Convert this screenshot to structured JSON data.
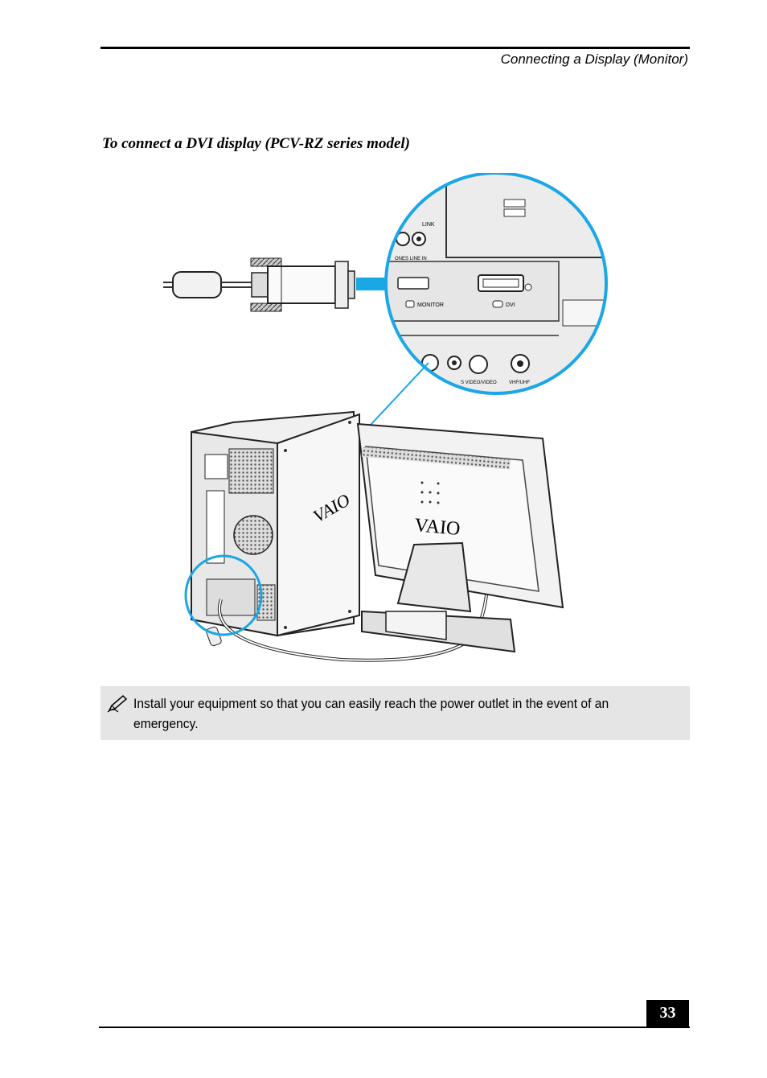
{
  "header": {
    "title": "Connecting a Display (Monitor)"
  },
  "section": {
    "heading": "To connect a DVI display (PCV-RZ series model)"
  },
  "figure": {
    "port_labels": {
      "link": "LINK",
      "audio": "ONES  LINE IN",
      "monitor": "MONITOR",
      "dvi": "DVI",
      "svideo": "S VIDEO/VIDEO",
      "vhf": "VHF/UHF"
    },
    "brand_logo": "VAIO",
    "callout_color": "#1aa7e6"
  },
  "note": {
    "icon": "pencil-note-icon",
    "text": "Install your equipment so that you can easily reach the power outlet in the event of an emergency."
  },
  "footer": {
    "page_number": "33"
  }
}
